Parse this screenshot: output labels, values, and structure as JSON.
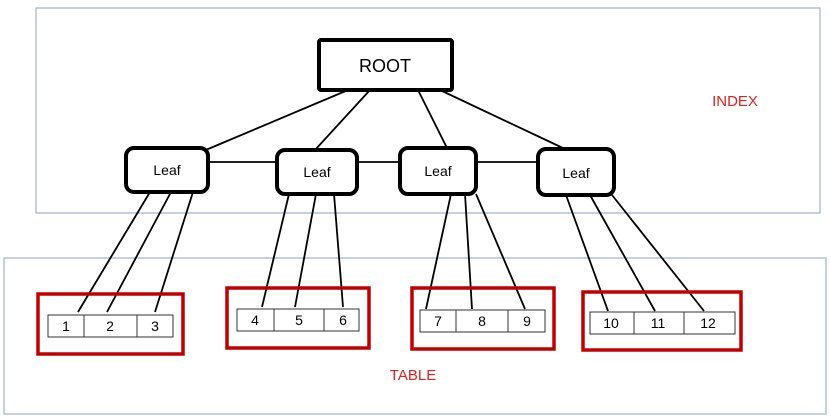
{
  "index_region": {
    "label": "INDEX"
  },
  "table_region": {
    "label": "TABLE"
  },
  "root": {
    "label": "ROOT"
  },
  "leaves": [
    {
      "label": "Leaf"
    },
    {
      "label": "Leaf"
    },
    {
      "label": "Leaf"
    },
    {
      "label": "Leaf"
    }
  ],
  "tables": [
    {
      "cells": [
        "1",
        "2",
        "3"
      ]
    },
    {
      "cells": [
        "4",
        "5",
        "6"
      ]
    },
    {
      "cells": [
        "7",
        "8",
        "9"
      ]
    },
    {
      "cells": [
        "10",
        "11",
        "12"
      ]
    }
  ],
  "colors": {
    "region_border": "#8ea2c6",
    "region_label": "#e02020",
    "table_border": "#c00000",
    "node_border": "#000000",
    "line": "#000000"
  }
}
